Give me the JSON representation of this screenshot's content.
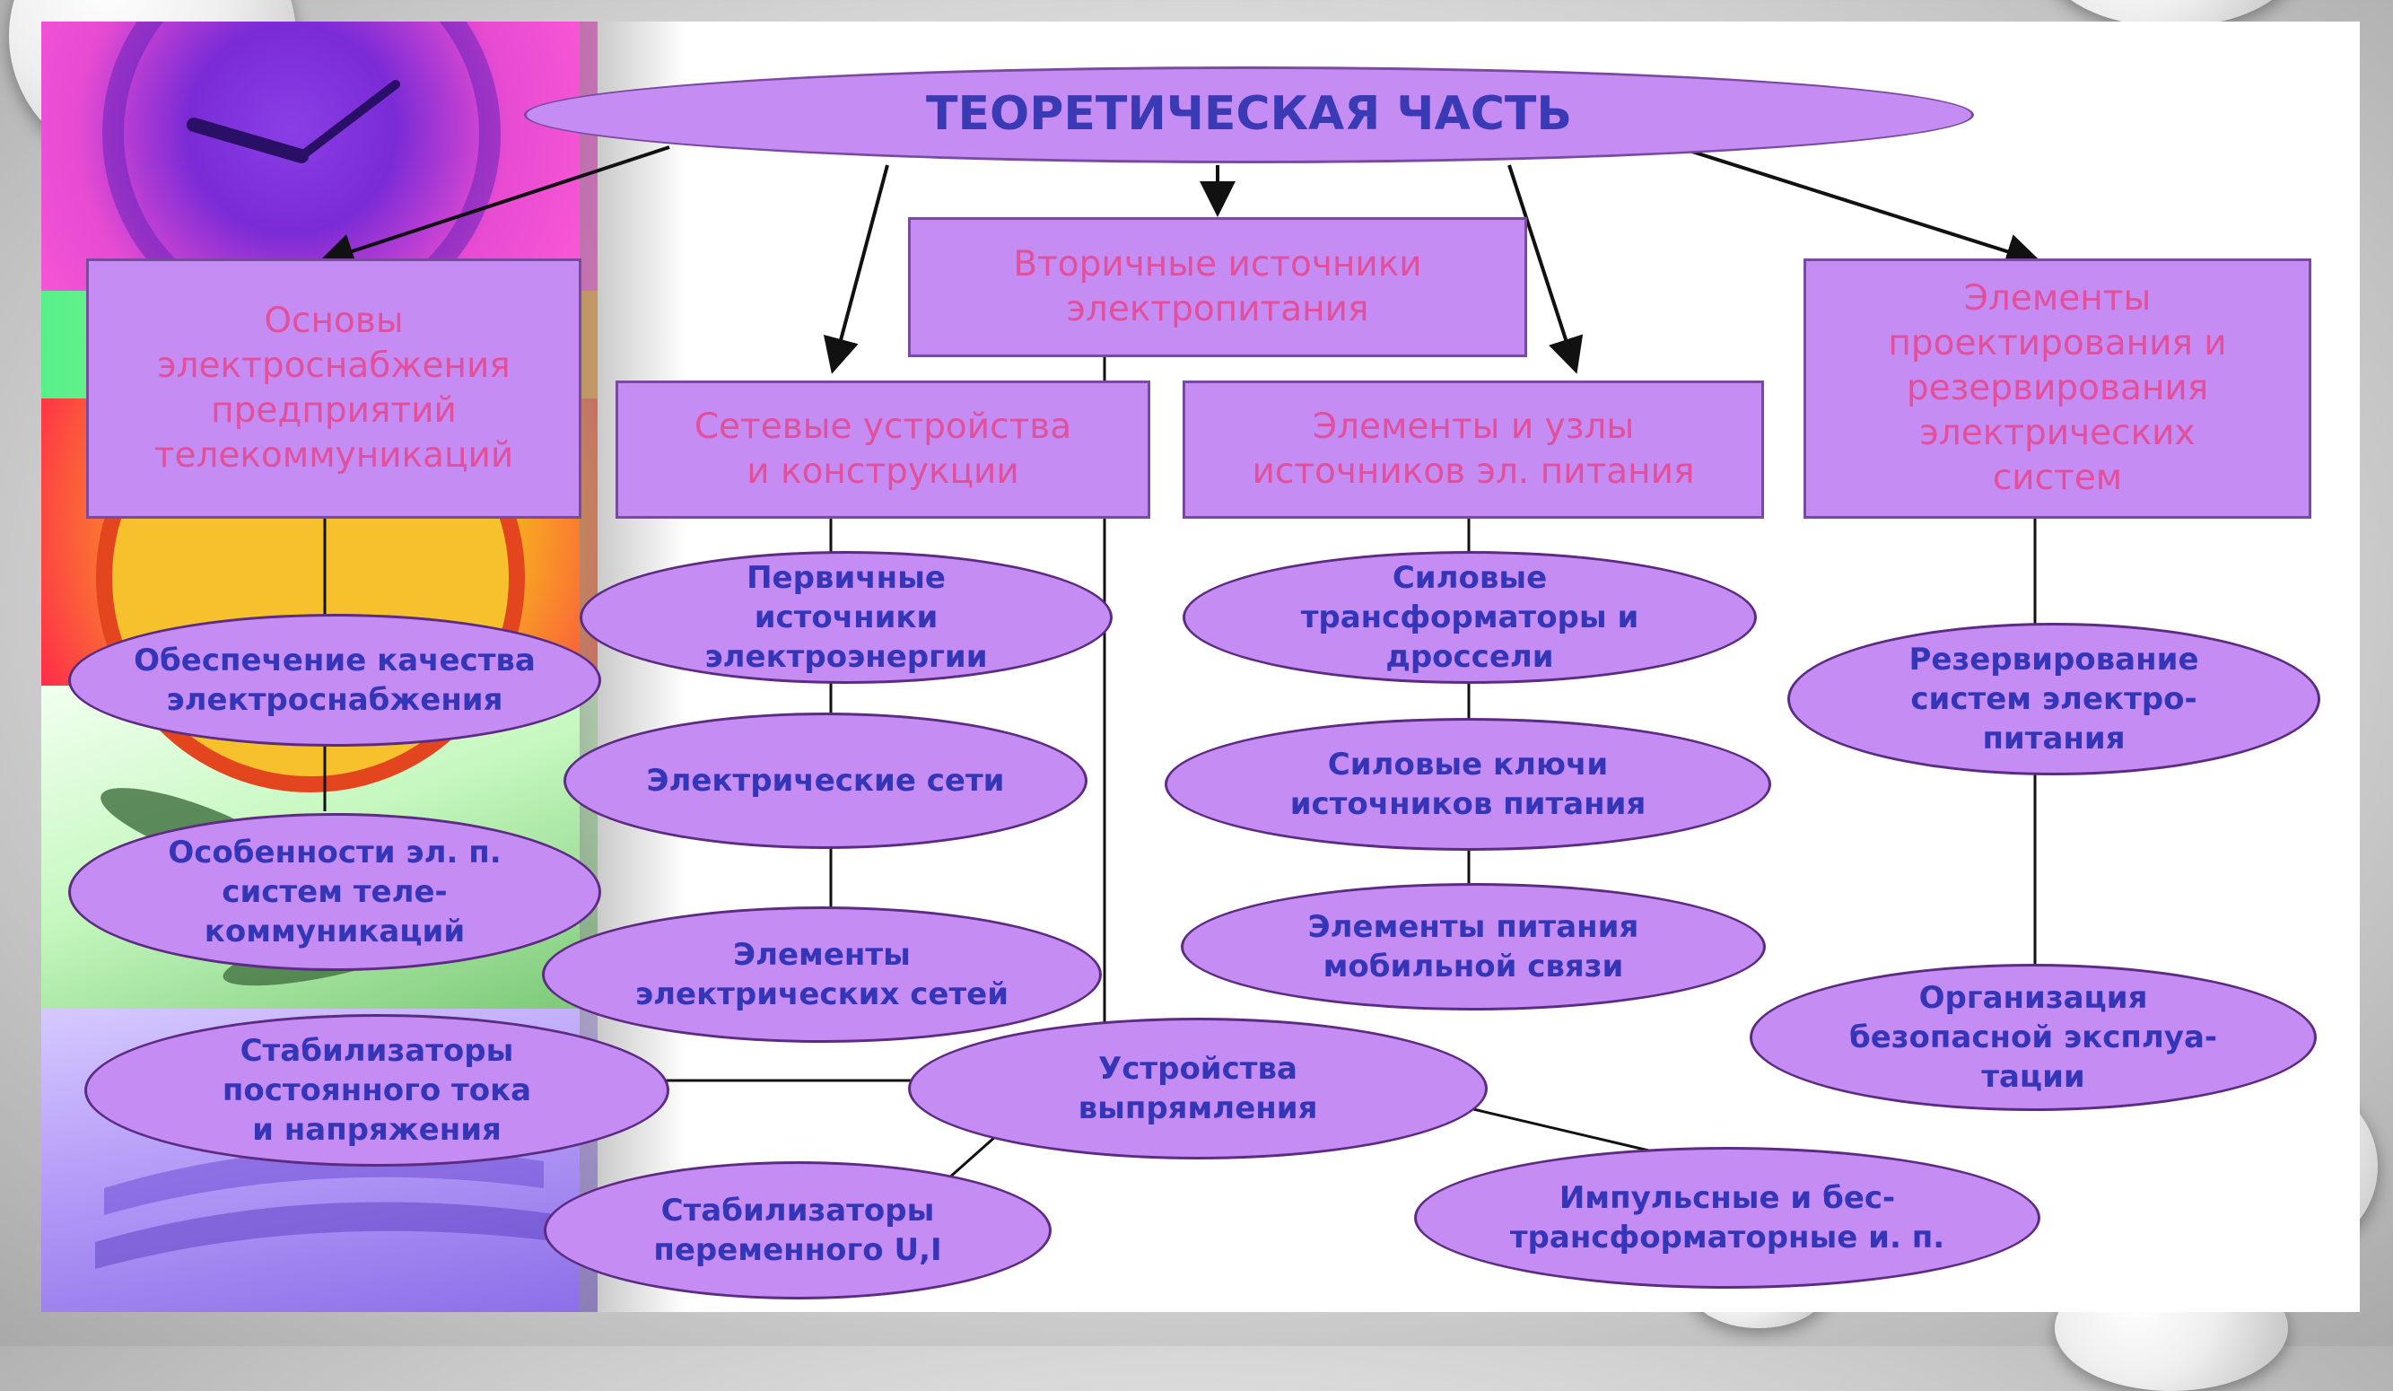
{
  "diagram": {
    "title": "ТЕОРЕТИЧЕСКАЯ ЧАСТЬ",
    "sections": {
      "osnovy": "Основы\nэлектроснабжения\nпредприятий\nтелекоммуникаций",
      "vtorichnye": "Вторичные источники\nэлектропитания",
      "setevye": "Сетевые устройства\nи конструкции",
      "elementy_uzly": "Элементы и узлы\nисточников эл. питания",
      "proektirovanie": "Элементы\nпроектирования и\nрезервирования\nэлектрических\nсистем"
    },
    "topics": {
      "kachestvo": "Обеспечение качества\nэлектроснабжения",
      "osobennosti": "Особенности эл. п.\nсистем теле-\nкоммуникаций",
      "pervichnye": "Первичные\nисточники\nэлектроэнергии",
      "seti": "Электрические сети",
      "elementy_setey": "Элементы\nэлектрических сетей",
      "silovye_transformatory": "Силовые\nтрансформаторы и\nдроссели",
      "silovye_klyuchi": "Силовые ключи\nисточников питания",
      "mobilnaya": "Элементы питания\nмобильной связи",
      "rezervirovanie": "Резервирование\nсистем электро-\nпитания",
      "organizaciya": "Организация\nбезопасной эксплуа-\nтации",
      "stab_postoyannogo": "Стабилизаторы\nпостоянного тока\nи напряжения",
      "vypryamleniya": "Устройства\nвыпрямления",
      "stab_peremennogo": "Стабилизаторы\nпеременного U,I",
      "impulsnye": "Импульсные и бес-\nтрансформаторные и. п."
    }
  },
  "colors": {
    "node_fill": "#c58cf4",
    "section_text": "#e24f9c",
    "topic_text": "#3535b8",
    "connector": "#111111"
  }
}
